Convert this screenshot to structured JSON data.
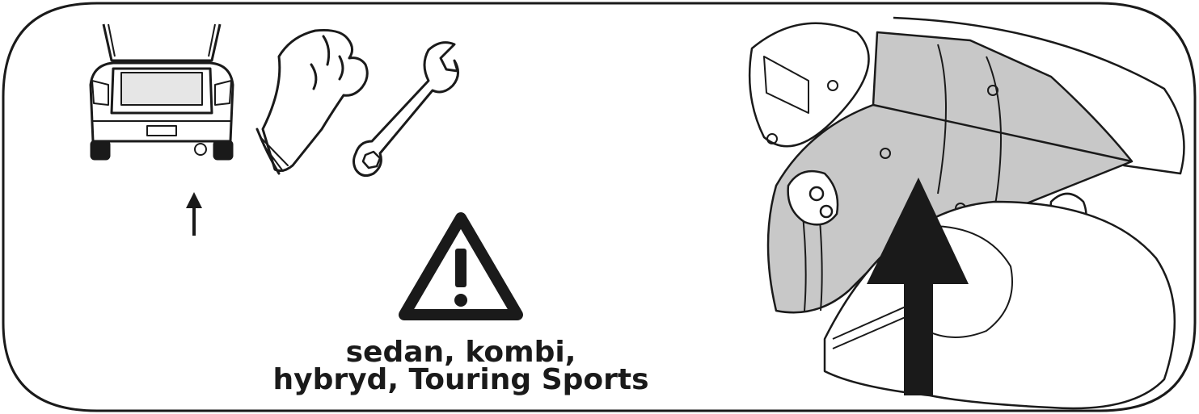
{
  "caption": {
    "line1": "sedan, kombi,",
    "line2": "hybryd, Touring Sports"
  },
  "icons": [
    "car-rear-view-icon",
    "glove-icon",
    "wrench-icon",
    "up-arrow-icon",
    "warning-triangle-icon",
    "heat-shield-illustration",
    "large-up-arrow-icon"
  ],
  "colors": {
    "ink": "#1a1a1a",
    "shield_fill": "#c8c8c8",
    "background": "#ffffff"
  }
}
